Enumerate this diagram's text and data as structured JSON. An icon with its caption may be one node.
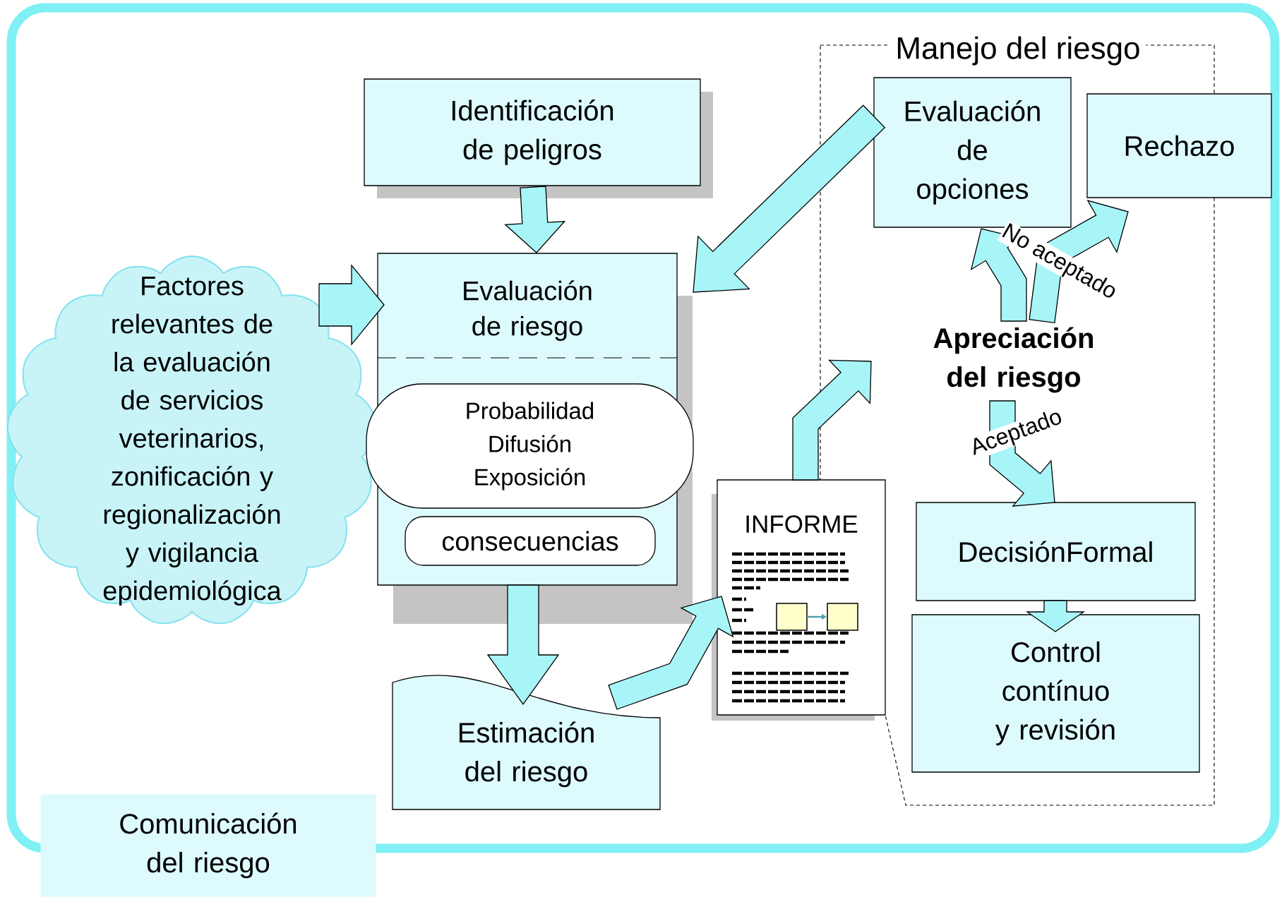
{
  "diagram": {
    "nodes": [
      {
        "text": [
          "Comunicación del riesgo"
        ]
      },
      {
        "text": [
          "Identificación de peligros"
        ],
        "in": 0
      },
      {
        "text": [
          "Factores relevantes de la evaluación de servicios veterinarios, zonificación y regionalización y vigilancia epidemiológica"
        ],
        "in": 0
      },
      {
        "text": [
          "Evaluación de riesgo"
        ],
        "in": 0
      },
      {
        "text": [
          "Probabilidad Difusión Exposición"
        ],
        "in": 0
      },
      {
        "text": [
          "consecuencias"
        ],
        "in": 3
      },
      {
        "text": [
          "Estimación del riesgo"
        ],
        "in": 0
      },
      {
        "text": [
          "INFORME"
        ],
        "in": 0
      },
      {
        "text": [
          "Manejo del riesgo"
        ],
        "in": 0
      },
      {
        "text": [
          "Evaluación de opciones"
        ],
        "in": 8
      },
      {
        "text": [
          "Rechazo"
        ],
        "in": 0
      },
      {
        "text": [
          "Apreciación del riesgo"
        ],
        "in": 8
      },
      {
        "text": [
          "DecisiónFormal"
        ],
        "in": 8
      },
      {
        "text": [
          "Control contínuo y revisión"
        ],
        "in": 8
      }
    ],
    "edges": [
      {
        "from": 1,
        "to": 3,
        "arrow": "to"
      },
      {
        "from": 2,
        "to": 3,
        "arrow": "to"
      },
      {
        "from": 9,
        "to": 3,
        "arrow": "to"
      },
      {
        "from": 3,
        "to": 6,
        "arrow": "to"
      },
      {
        "from": 6,
        "to": 7,
        "arrow": "to"
      },
      {
        "from": 7,
        "to": 11,
        "arrow": "to"
      },
      {
        "from": 11,
        "to": 9,
        "arrow": "to"
      },
      {
        "from": 11,
        "to": 10,
        "arrow": "to",
        "label": "No aceptado"
      },
      {
        "from": 11,
        "to": 12,
        "arrow": "to",
        "label": "Aceptado"
      },
      {
        "from": 12,
        "to": 13,
        "arrow": "to"
      }
    ]
  }
}
